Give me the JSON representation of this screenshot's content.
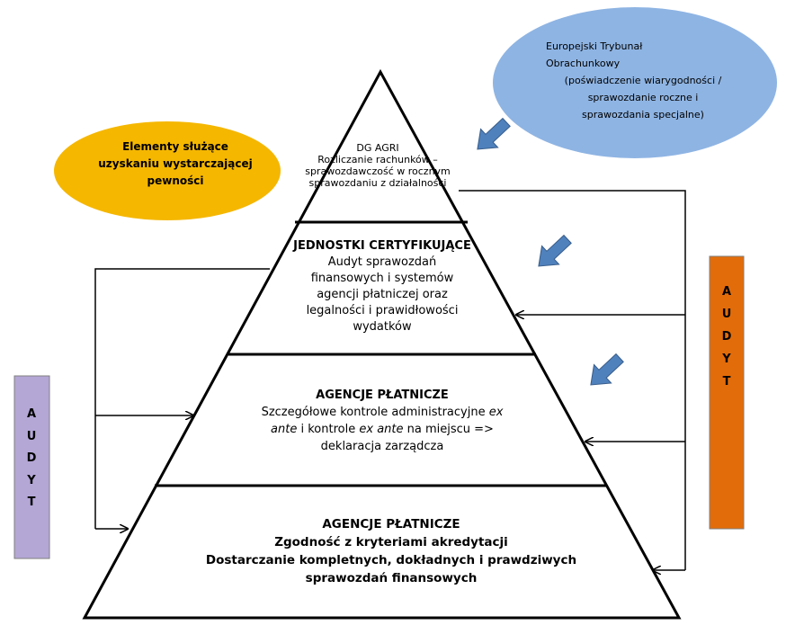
{
  "yellow_oval": {
    "lines": [
      "Elementy służące",
      "uzyskaniu wystarczającej",
      "pewności"
    ]
  },
  "blue_oval": {
    "title_lines": [
      "Europejski Trybunał",
      "Obrachunkowy"
    ],
    "detail_lines": [
      "(poświadczenie wiarygodności /",
      "sprawozdanie roczne i",
      "sprawozdania specjalne)"
    ]
  },
  "pyramid": {
    "level1": {
      "lines": [
        "DG AGRI",
        "Rozliczanie rachunków –",
        "sprawozdawczość w rocznym",
        "sprawozdaniu z działalności"
      ]
    },
    "level2": {
      "heading": "JEDNOSTKI CERTYFIKUJĄCE",
      "lines": [
        "Audyt sprawozdań",
        "finansowych i systemów",
        "agencji płatniczej oraz",
        "legalności i prawidłowości",
        "wydatków"
      ]
    },
    "level3": {
      "heading": "AGENCJE PŁATNICZE",
      "line1": "Szczegółowe kontrole administracyjne",
      "line1_italic": "ex",
      "line2_italic": "ante",
      "line2_mid": "i kontrole",
      "line2_italic2": "ex ante",
      "line2_end": "na miejscu =>",
      "line3": "deklaracja zarządcza"
    },
    "level4": {
      "heading": "AGENCJE PŁATNICZE",
      "lines": [
        "Zgodność z kryteriami akredytacji",
        "Dostarczanie kompletnych, dokładnych  i prawdziwych",
        "sprawozdań finansowych"
      ]
    }
  },
  "left_audit": {
    "letters": [
      "A",
      "U",
      "D",
      "Y",
      "T"
    ],
    "color": "#b4a7d6"
  },
  "right_audit": {
    "letters": [
      "A",
      "U",
      "D",
      "Y",
      "T"
    ],
    "color": "#e36c0a"
  },
  "colors": {
    "yellow": "#f5b700",
    "blue": "#8eb4e3",
    "arrow": "#4f81bd"
  }
}
